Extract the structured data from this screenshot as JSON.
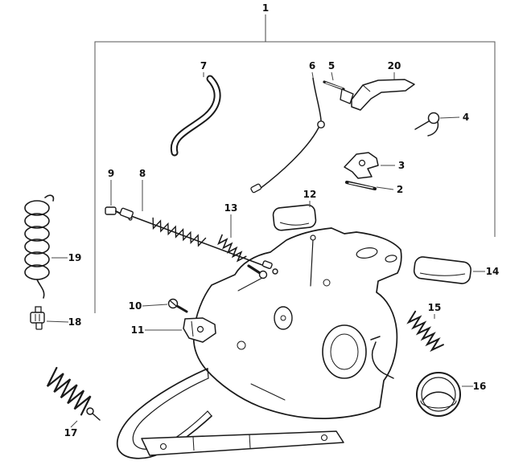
{
  "figure": {
    "kind": "exploded-parts-diagram",
    "background": "#ffffff",
    "ink": "#1a1a1a",
    "callouts": [
      "1",
      "2",
      "3",
      "4",
      "5",
      "6",
      "7",
      "8",
      "9",
      "10",
      "11",
      "12",
      "13",
      "14",
      "15",
      "16",
      "17",
      "18",
      "19",
      "20"
    ]
  }
}
